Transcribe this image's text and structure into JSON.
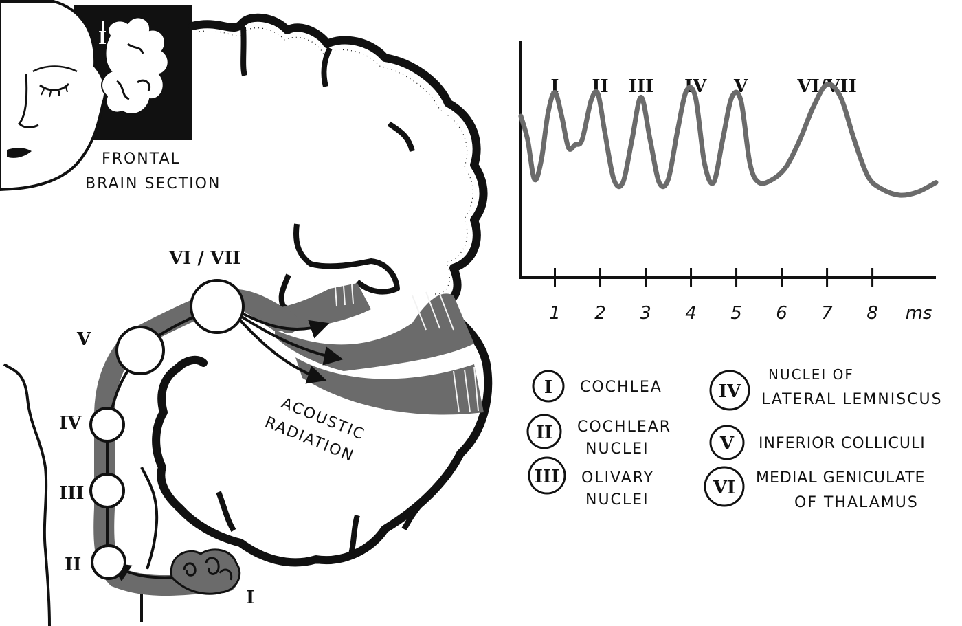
{
  "inset": {
    "caption_line1": "FRONTAL",
    "caption_line2": "BRAIN SECTION",
    "section_mark": "I"
  },
  "pathway": {
    "stations": [
      {
        "label": "II"
      },
      {
        "label": "III"
      },
      {
        "label": "IV"
      },
      {
        "label": "V"
      },
      {
        "label": "VI / VII"
      }
    ],
    "cochlea_label": "I",
    "radiation_line1": "ACOUSTIC",
    "radiation_line2": "RADIATION"
  },
  "chart_data": {
    "type": "line",
    "x_tick_labels": [
      "1",
      "2",
      "3",
      "4",
      "5",
      "6",
      "7",
      "8"
    ],
    "x_unit": "ms",
    "peak_labels": [
      {
        "label": "I",
        "x": 1.0
      },
      {
        "label": "II",
        "x": 2.0
      },
      {
        "label": "III",
        "x": 2.9
      },
      {
        "label": "IV",
        "x": 4.1
      },
      {
        "label": "V",
        "x": 5.1
      },
      {
        "label": "VI/VII",
        "x": 7.0
      }
    ],
    "xlim": [
      0.25,
      9.4
    ],
    "ylim": [
      0,
      1
    ],
    "series": [
      {
        "color": "#6b6b6b",
        "x": [
          0.25,
          0.4,
          0.55,
          0.7,
          0.85,
          1.0,
          1.15,
          1.3,
          1.45,
          1.6,
          1.8,
          1.95,
          2.1,
          2.3,
          2.5,
          2.7,
          2.9,
          3.1,
          3.3,
          3.5,
          3.7,
          3.9,
          4.1,
          4.3,
          4.5,
          4.7,
          4.9,
          5.1,
          5.3,
          5.5,
          5.8,
          6.1,
          6.4,
          6.7,
          7.0,
          7.3,
          7.6,
          7.9,
          8.2,
          8.6,
          9.0,
          9.4
        ],
        "y": [
          0.7,
          0.55,
          0.3,
          0.42,
          0.72,
          0.85,
          0.7,
          0.5,
          0.52,
          0.55,
          0.8,
          0.84,
          0.6,
          0.3,
          0.28,
          0.55,
          0.82,
          0.55,
          0.28,
          0.3,
          0.6,
          0.86,
          0.82,
          0.4,
          0.28,
          0.55,
          0.82,
          0.8,
          0.4,
          0.28,
          0.3,
          0.38,
          0.55,
          0.76,
          0.9,
          0.82,
          0.55,
          0.32,
          0.24,
          0.2,
          0.22,
          0.28
        ]
      }
    ]
  },
  "legend": [
    {
      "numeral": "I",
      "line1": "COCHLEA",
      "line2": ""
    },
    {
      "numeral": "II",
      "line1": "COCHLEAR",
      "line2": "NUCLEI"
    },
    {
      "numeral": "III",
      "line1": "OLIVARY",
      "line2": "NUCLEI"
    },
    {
      "numeral": "IV",
      "line1": "NUCLEI OF",
      "line2": "LATERAL LEMNISCUS"
    },
    {
      "numeral": "V",
      "line1": "INFERIOR COLLICULI",
      "line2": ""
    },
    {
      "numeral": "VI",
      "line1": "MEDIAL GENICULATE",
      "line2": "OF THALAMUS"
    }
  ]
}
